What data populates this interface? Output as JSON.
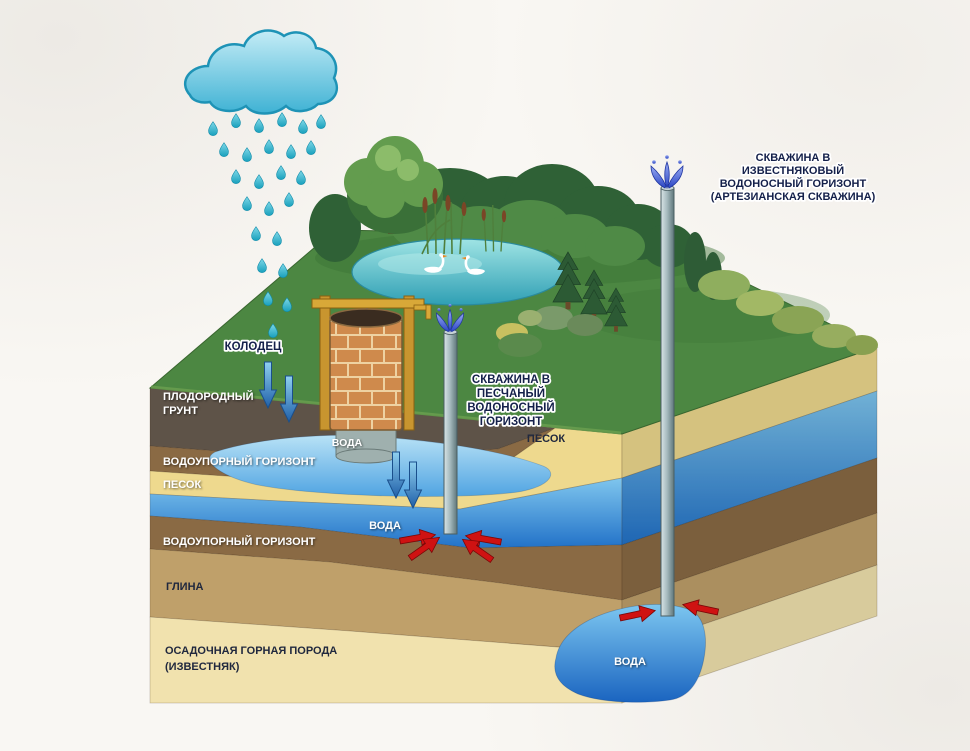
{
  "labels": {
    "well": "КОЛОДЕЦ",
    "fertile_soil": {
      "lines": [
        "ПЛОДОРОДНЫЙ",
        "ГРУНТ"
      ]
    },
    "water_lens": "ВОДА",
    "aquitard_1": "ВОДОУПОРНЫЙ ГОРИЗОНТ",
    "sand_left": "ПЕСОК",
    "water_aquifer": "ВОДА",
    "aquitard_2": "ВОДОУПОРНЫЙ ГОРИЗОНТ",
    "clay": "ГЛИНА",
    "limestone": {
      "lines": [
        "ОСАДОЧНАЯ ГОРНАЯ ПОРОДА",
        "(ИЗВЕСТНЯК)"
      ]
    },
    "sand_right": "ПЕСОК",
    "water_deep": "ВОДА",
    "borehole_sand": {
      "lines": [
        "СКВАЖИНА В",
        "ПЕСЧАНЫЙ",
        "ВОДОНОСНЫЙ",
        "ГОРИЗОНТ"
      ]
    },
    "borehole_artesian": {
      "lines": [
        "СКВАЖИНА В",
        "ИЗВЕСТНЯКОВЫЙ",
        "ВОДОНОСНЫЙ ГОРИЗОНТ",
        "(АРТЕЗИАНСКАЯ СКВАЖИНА)"
      ]
    }
  },
  "colors": {
    "background": "#f9f7f3",
    "grass": "#4c8742",
    "grass_dark": "#3c7336",
    "pond": "#3fb4c4",
    "cloud_outline": "#1e93b6",
    "rain": "#24aec6",
    "fertile_soil": "#5e5348",
    "aquitard": "#8a6a44",
    "sand": "#eed98e",
    "water": "#2f8fd8",
    "clay": "#bfa06a",
    "limestone": "#f1e2ae",
    "pipe": "#9db2b6",
    "brick": "#cf8a4c",
    "wood": "#cc9a30",
    "arrow_red": "#cf1212",
    "arrow_blue": "#2a7abc",
    "label_dark": "#1c2444",
    "label_white": "#ffffff"
  }
}
